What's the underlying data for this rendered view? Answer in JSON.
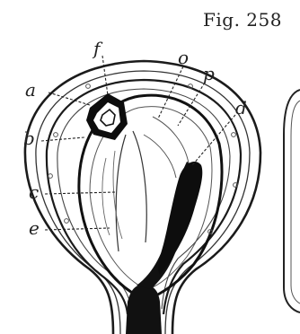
{
  "figure": {
    "title": "Fig. 258",
    "labels": {
      "a": "a",
      "b": "b",
      "c": "c",
      "d": "d",
      "e": "e",
      "f": "f",
      "o": "o",
      "p": "p"
    }
  }
}
